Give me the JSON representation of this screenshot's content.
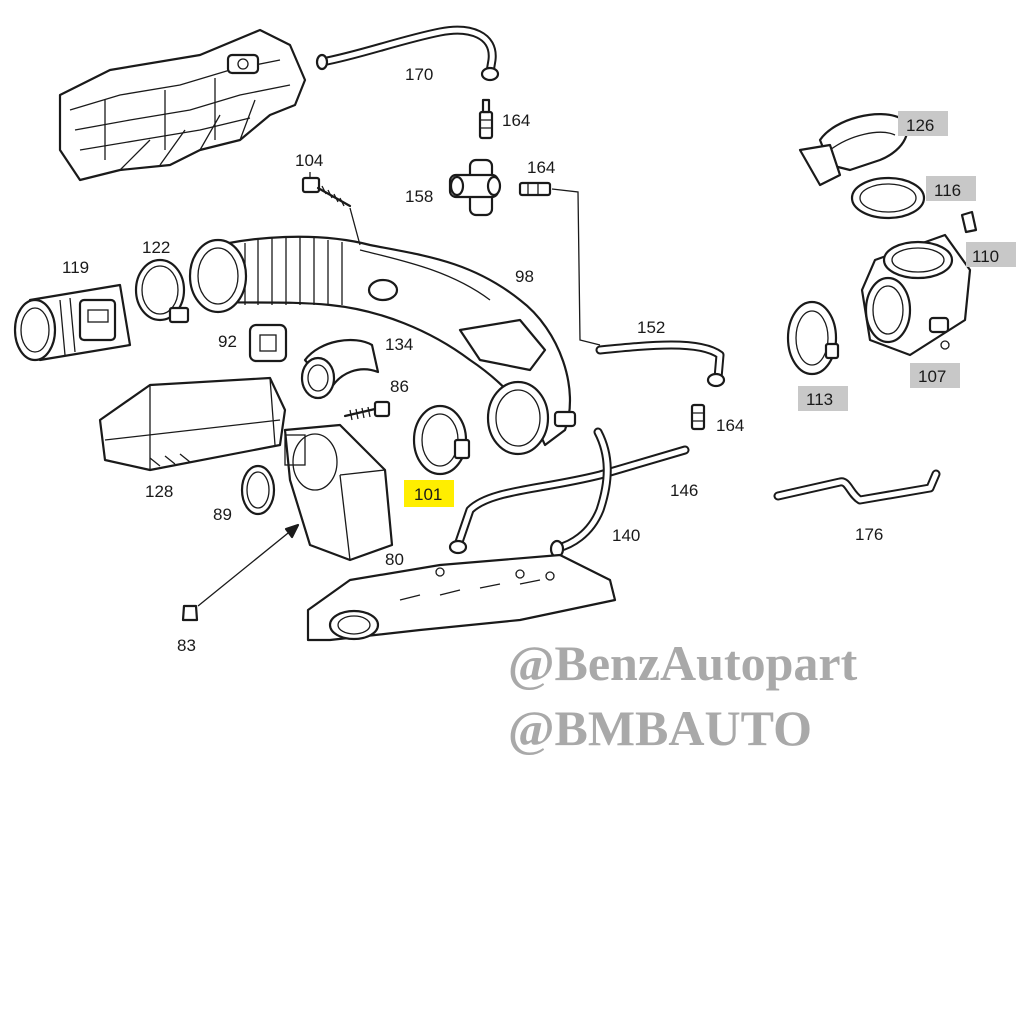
{
  "callouts": {
    "c170": "170",
    "c164a": "164",
    "c164b": "164",
    "c164c": "164",
    "c104": "104",
    "c158": "158",
    "c98": "98",
    "c122": "122",
    "c119": "119",
    "c92": "92",
    "c134": "134",
    "c86": "86",
    "c152": "152",
    "c128": "128",
    "c101": "101",
    "c146": "146",
    "c89": "89",
    "c80": "80",
    "c140": "140",
    "c83": "83",
    "c126": "126",
    "c116": "116",
    "c110": "110",
    "c107": "107",
    "c113": "113",
    "c176": "176"
  },
  "highlight": {
    "yellow": "#ffee00",
    "gray": "#c8c8c8"
  },
  "watermark": {
    "line1": "@BenzAutopart",
    "line2": "@BMBAUTO"
  }
}
